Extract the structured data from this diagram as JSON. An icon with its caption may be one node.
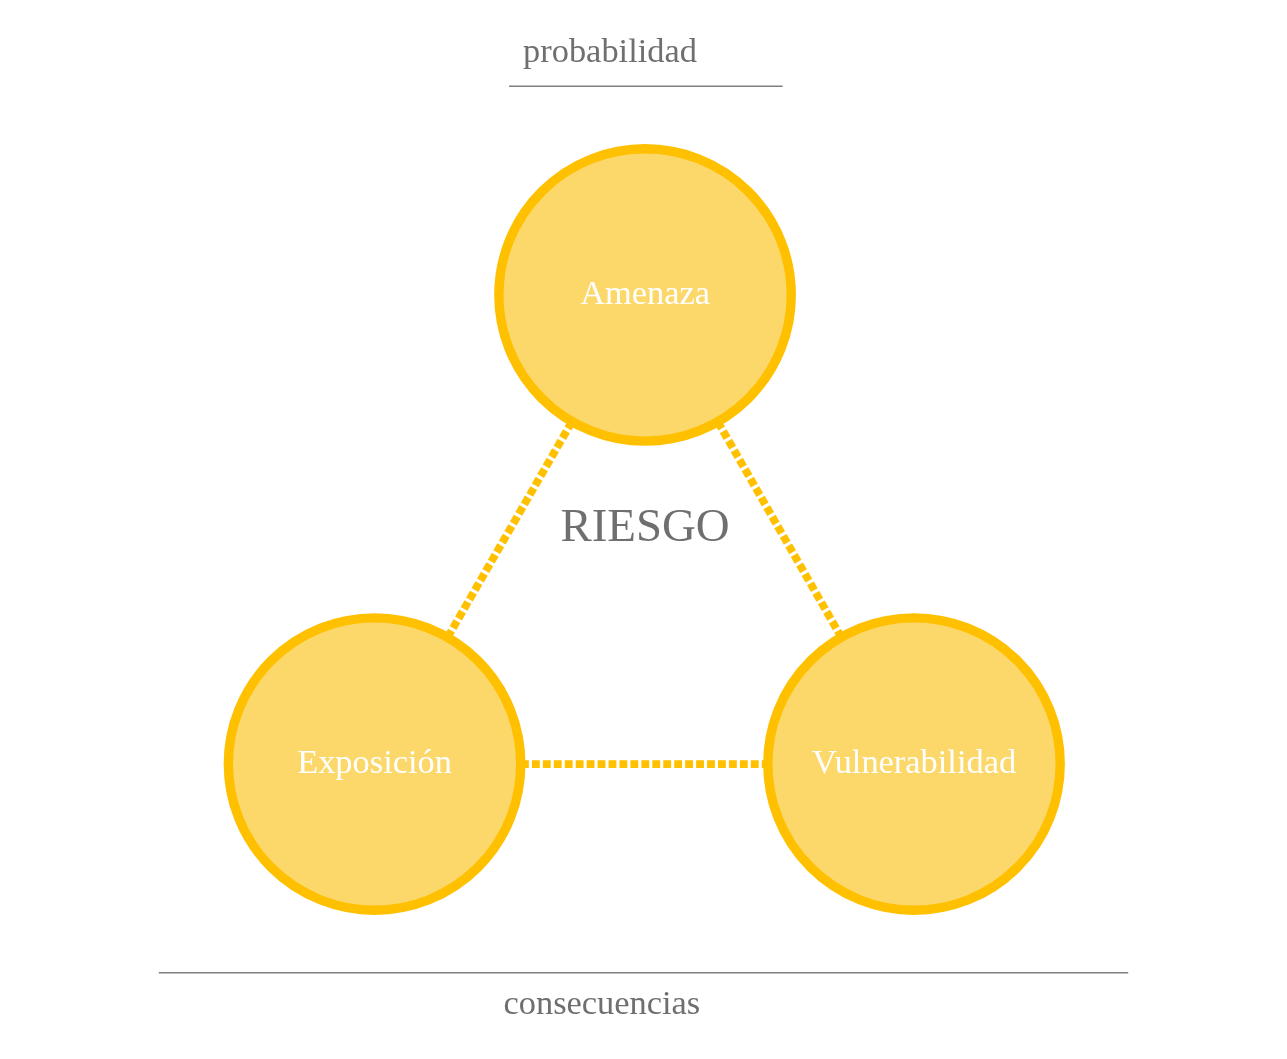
{
  "diagram": {
    "nodes": [
      {
        "text": [
          "Amenaza"
        ]
      },
      {
        "text": [
          "Exposición"
        ]
      },
      {
        "text": [
          "Vulnerabilidad"
        ]
      }
    ],
    "edges": [
      {
        "from": 0,
        "to": 1,
        "arrow": "none",
        "style": "dashed"
      },
      {
        "from": 0,
        "to": 2,
        "arrow": "none",
        "style": "dashed"
      },
      {
        "from": 1,
        "to": 2,
        "arrow": "none",
        "style": "dashed"
      }
    ],
    "labels": [
      "probabilidad",
      "RIESGO",
      "consecuencias"
    ]
  }
}
